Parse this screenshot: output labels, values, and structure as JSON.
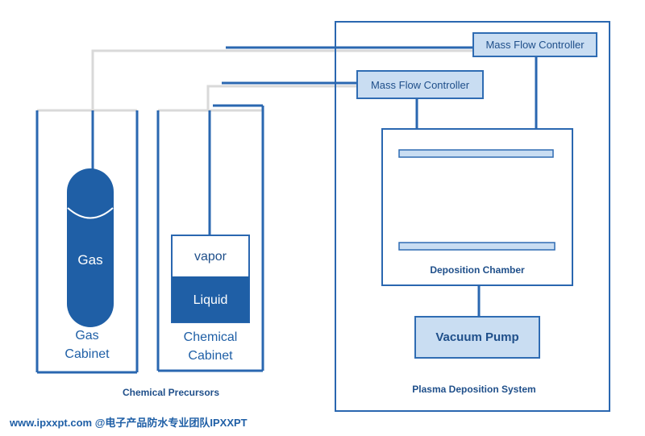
{
  "gas_cabinet": {
    "gas_label": "Gas",
    "cabinet_label_1": "Gas",
    "cabinet_label_2": "Cabinet"
  },
  "chemical_cabinet": {
    "vapor_label": "vapor",
    "liquid_label": "Liquid",
    "cabinet_label_1": "Chemical",
    "cabinet_label_2": "Cabinet"
  },
  "chemical_precursors_label": "Chemical Precursors",
  "plasma_system": {
    "mfc_top_label": "Mass Flow Controller",
    "mfc_bottom_label": "Mass Flow Controller",
    "deposition_chamber_label": "Deposition Chamber",
    "vacuum_pump_label": "Vacuum Pump",
    "system_label": "Plasma Deposition System"
  },
  "watermark": "www.ipxxpt.com @电子产品防水专业团队IPXXPT",
  "colors": {
    "primary_blue": "#1f5fa6",
    "light_blue": "#c9ddf2",
    "line_gray": "#dcdcdc"
  }
}
